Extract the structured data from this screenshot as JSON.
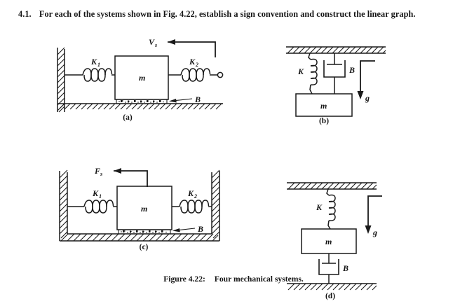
{
  "problem": {
    "number": "4.1.",
    "text": "For each of the systems shown in Fig. 4.22, establish a sign convention and construct the linear graph."
  },
  "figure": {
    "caption_number": "Figure 4.22:",
    "caption_text": "Four mechanical systems.",
    "panels": [
      {
        "id": "a",
        "label": "(a)",
        "description": "Mass on ground with damping, spring K1 to left wall, spring K2 to right driven by velocity source Vs",
        "labels": {
          "spring_left": "K",
          "spring_left_sub": "1",
          "spring_right": "K",
          "spring_right_sub": "2",
          "mass": "m",
          "damper": "B",
          "source": "V",
          "source_sub": "s"
        }
      },
      {
        "id": "b",
        "label": "(b)",
        "description": "Mass hanging from ceiling by spring K in parallel with damper B, gravity g downward",
        "labels": {
          "spring": "K",
          "damper": "B",
          "mass": "m",
          "gravity": "g"
        }
      },
      {
        "id": "c",
        "label": "(c)",
        "description": "Mass in a channel with damping, springs K1 and K2 to both walls, driven by force source Fs",
        "labels": {
          "spring_left": "K",
          "spring_left_sub": "1",
          "spring_right": "K",
          "spring_right_sub": "2",
          "mass": "m",
          "damper": "B",
          "source": "F",
          "source_sub": "s"
        }
      },
      {
        "id": "d",
        "label": "(d)",
        "description": "Mass suspended from ceiling by spring K, connected to ground below by damper B, gravity g downward",
        "labels": {
          "spring": "K",
          "damper": "B",
          "mass": "m",
          "gravity": "g"
        }
      }
    ]
  },
  "colors": {
    "ink": "#1a1a1a",
    "page": "#ffffff"
  }
}
